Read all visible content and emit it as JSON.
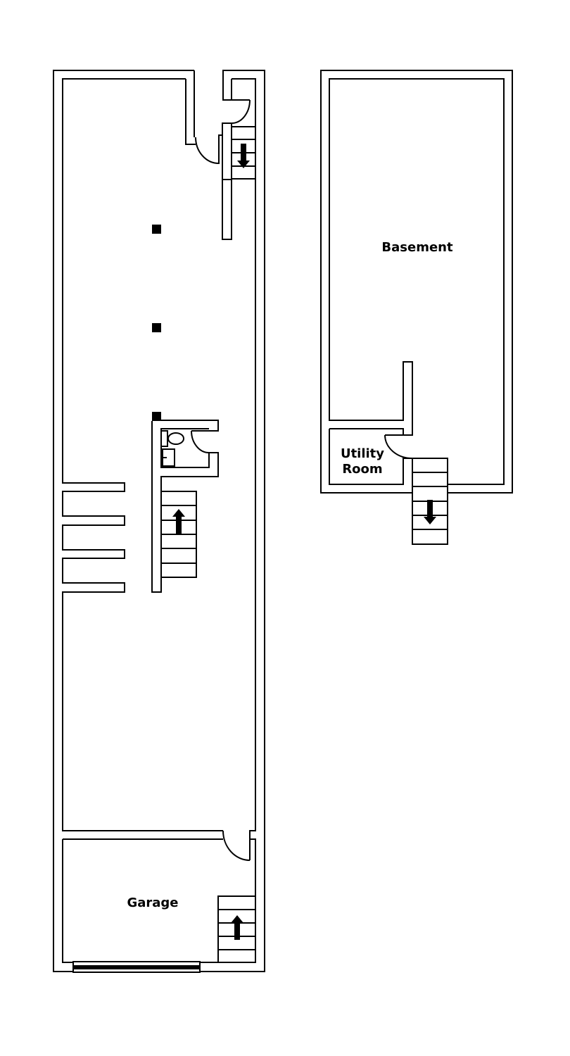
{
  "labels": {
    "basement": "Basement",
    "utility_line1": "Utility",
    "utility_line2": "Room",
    "garage": "Garage"
  },
  "colors": {
    "line": "#000000",
    "background": "#ffffff"
  }
}
